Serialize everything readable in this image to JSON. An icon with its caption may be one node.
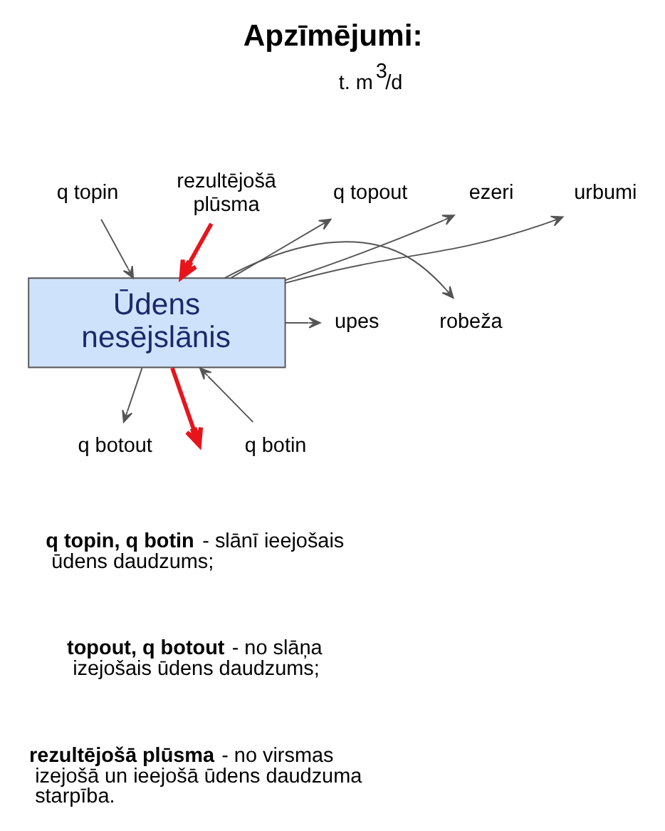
{
  "diagram": {
    "title": "Apzīmējumi:",
    "nodes": [
      {
        "text": [
          "q topin"
        ]
      },
      {
        "text": [
          "rezultējošā plūsma"
        ]
      },
      {
        "text": [
          "q topout"
        ]
      },
      {
        "text": [
          "ezeri"
        ]
      },
      {
        "text": [
          "urbumi"
        ]
      },
      {
        "text": [
          "Ūdens nesējslānis"
        ]
      },
      {
        "text": [
          "robeža"
        ]
      },
      {
        "text": [
          "upes"
        ]
      },
      {
        "text": [
          "q botout"
        ]
      },
      {
        "text": [
          "q botin"
        ]
      }
    ],
    "edges": [
      {
        "from": 0,
        "to": 5,
        "arrow": "to"
      },
      {
        "from": 1,
        "to": 5,
        "arrow": "to",
        "style": "thick",
        "color": "#e8141c"
      },
      {
        "from": 5,
        "to": 2,
        "arrow": "to"
      },
      {
        "from": 5,
        "to": 3,
        "arrow": "to"
      },
      {
        "from": 5,
        "to": 4,
        "arrow": "to"
      },
      {
        "from": 5,
        "to": 6,
        "arrow": "to"
      },
      {
        "from": 5,
        "to": 7,
        "arrow": "to"
      },
      {
        "from": 5,
        "to": 8,
        "arrow": "to"
      },
      {
        "from": 9,
        "to": 5,
        "arrow": "to"
      },
      {
        "from": 5,
        "to": null,
        "arrow": "to",
        "style": "thick",
        "color": "#e8141c"
      }
    ],
    "labels": [
      "t. m$^{3}$/d",
      "**q topin, q botin** - slānī ieejošais ūdens daudzums;",
      "**topout, q botout** - no slāņa izejošais ūdens daudzums;",
      "**rezultējošā plūsma** - no virsmas izejošā un ieejošā ūdens daudzuma starpība."
    ]
  }
}
